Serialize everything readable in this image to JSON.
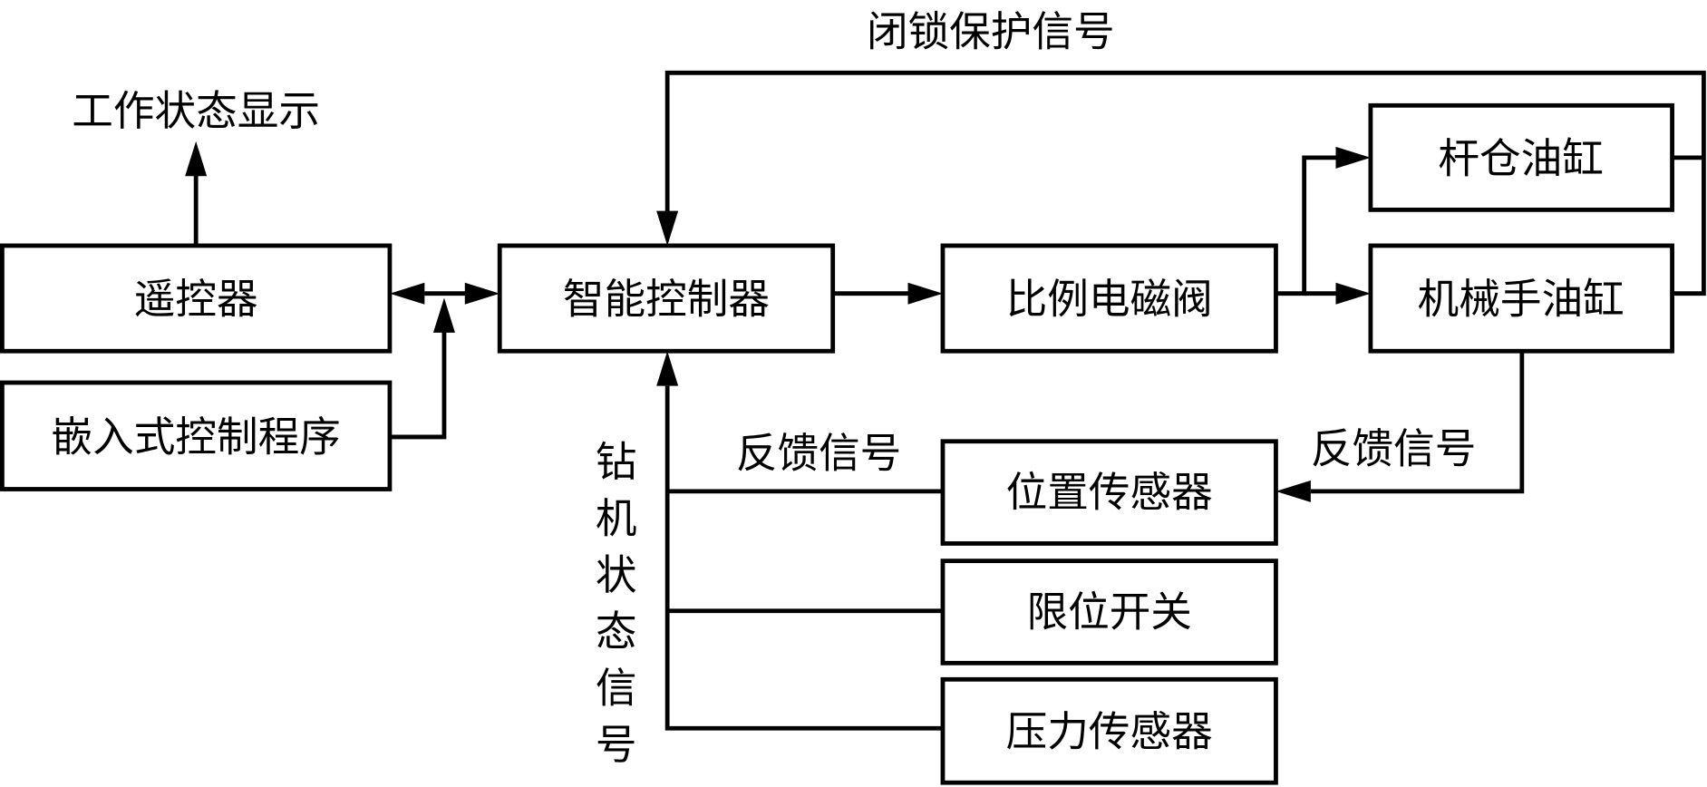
{
  "blocks": {
    "remote": "遥控器",
    "embedded": "嵌入式控制程序",
    "controller": "智能控制器",
    "valve": "比例电磁阀",
    "rod_cylinder": "杆仓油缸",
    "manipulator_cylinder": "机械手油缸",
    "position_sensor": "位置传感器",
    "limit_switch": "限位开关",
    "pressure_sensor": "压力传感器"
  },
  "labels": {
    "work_status": "工作状态显示",
    "interlock": "闭锁保护信号",
    "feedback_left": "反馈信号",
    "feedback_right": "反馈信号",
    "rig_status": [
      "钻",
      "机",
      "状",
      "态",
      "信",
      "号"
    ]
  }
}
